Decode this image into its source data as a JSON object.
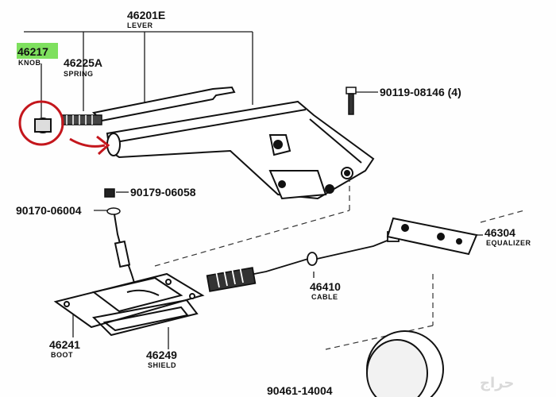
{
  "parts": [
    {
      "key": "knob",
      "number": "46217",
      "name": "KNOB",
      "highlight": true
    },
    {
      "key": "lever",
      "number": "46201E",
      "name": "LEVER"
    },
    {
      "key": "spring",
      "number": "46225A",
      "name": "SPRING"
    },
    {
      "key": "bolt",
      "number": "90119-08146 (4)",
      "name": ""
    },
    {
      "key": "nut",
      "number": "90179-06058",
      "name": ""
    },
    {
      "key": "washer",
      "number": "90170-06004",
      "name": ""
    },
    {
      "key": "equalizer",
      "number": "46304",
      "name": "EQUALIZER"
    },
    {
      "key": "cable",
      "number": "46410",
      "name": "CABLE"
    },
    {
      "key": "boot",
      "number": "46241",
      "name": "BOOT"
    },
    {
      "key": "shield",
      "number": "46249",
      "name": "SHIELD"
    },
    {
      "key": "bottom",
      "number": "90461-14004",
      "name": ""
    }
  ],
  "watermark": "حراج",
  "colors": {
    "line": "#1a1a1a",
    "annotation": "#c4161c",
    "highlight": "#7ee05e"
  }
}
